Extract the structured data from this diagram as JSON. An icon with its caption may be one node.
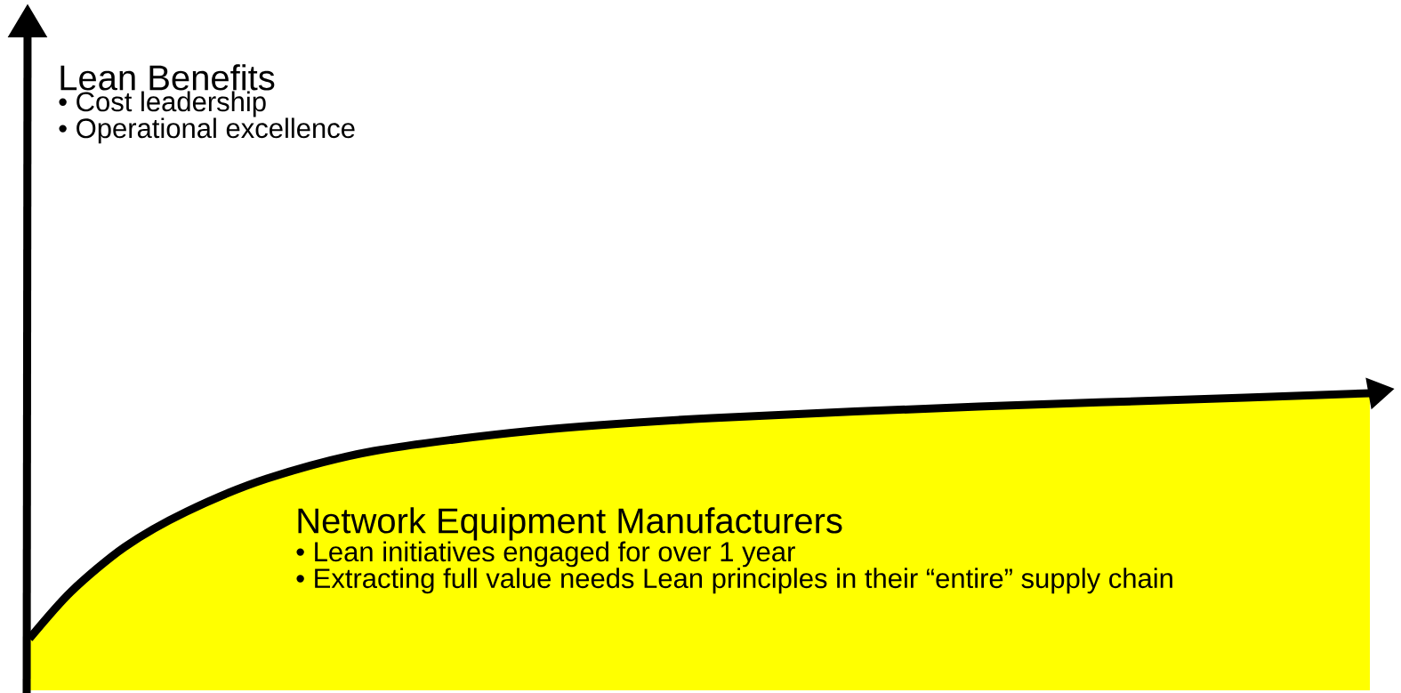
{
  "diagram": {
    "nodes": [
      {
        "text": [
          "Network Equipment Manufacturers",
          "• Lean initiatives engaged for over 1 year",
          "• Extracting full value needs Lean principles in their “entire” supply chain"
        ]
      }
    ],
    "labels": [
      "Lean Benefits",
      "• Cost leadership",
      "• Operational excellence"
    ]
  }
}
